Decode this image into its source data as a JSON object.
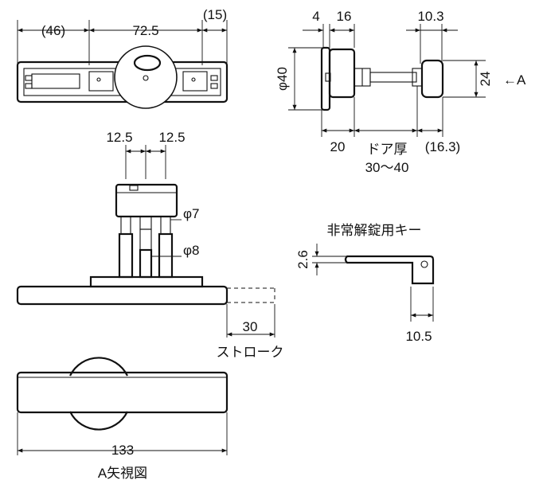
{
  "top_view": {
    "dim_left": "(46)",
    "dim_middle": "72.5",
    "dim_right": "(15)"
  },
  "side_view": {
    "dim_4": "4",
    "dim_16": "16",
    "dim_10_3": "10.3",
    "dim_phi40": "φ40",
    "dim_24": "24",
    "arrow_a": "←A",
    "dim_20": "20",
    "door_thickness_label": "ドア厚",
    "door_thickness_range": "30〜40",
    "dim_16_3": "(16.3)"
  },
  "front_view": {
    "dim_12_5_left": "12.5",
    "dim_12_5_right": "12.5",
    "dim_phi7": "φ7",
    "dim_phi8": "φ8",
    "dim_30": "30",
    "stroke_label": "ストローク"
  },
  "key_view": {
    "title": "非常解錠用キー",
    "dim_2_6": "2.6",
    "dim_10_5": "10.5"
  },
  "a_view": {
    "dim_133": "133",
    "caption": "A矢視図"
  }
}
